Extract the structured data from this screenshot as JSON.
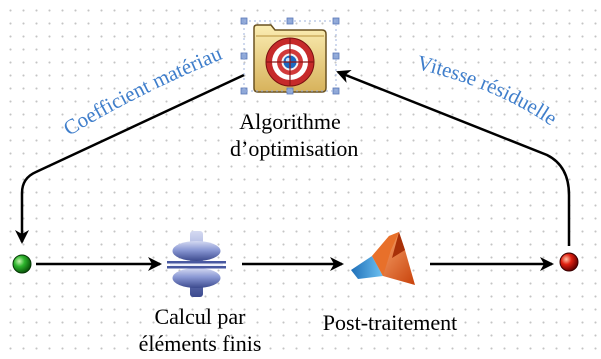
{
  "nodes": {
    "optimizer": {
      "line1": "Algorithme",
      "line2": "d’optimisation"
    },
    "fem": {
      "line1": "Calcul par",
      "line2": "éléments finis"
    },
    "post": {
      "line1": "Post-traitement"
    }
  },
  "edges": {
    "left_label": "Coefficient matériau",
    "right_label": "Vitesse résiduelle"
  },
  "colors": {
    "edge_label": "#3f7ecb",
    "start_port": "#2db52d",
    "end_port": "#e02010",
    "selection_handle": "#8fa8d8"
  },
  "icons": {
    "optimizer": "target-folder-icon",
    "fem": "solver-block-icon",
    "post": "matlab-logo-icon"
  }
}
